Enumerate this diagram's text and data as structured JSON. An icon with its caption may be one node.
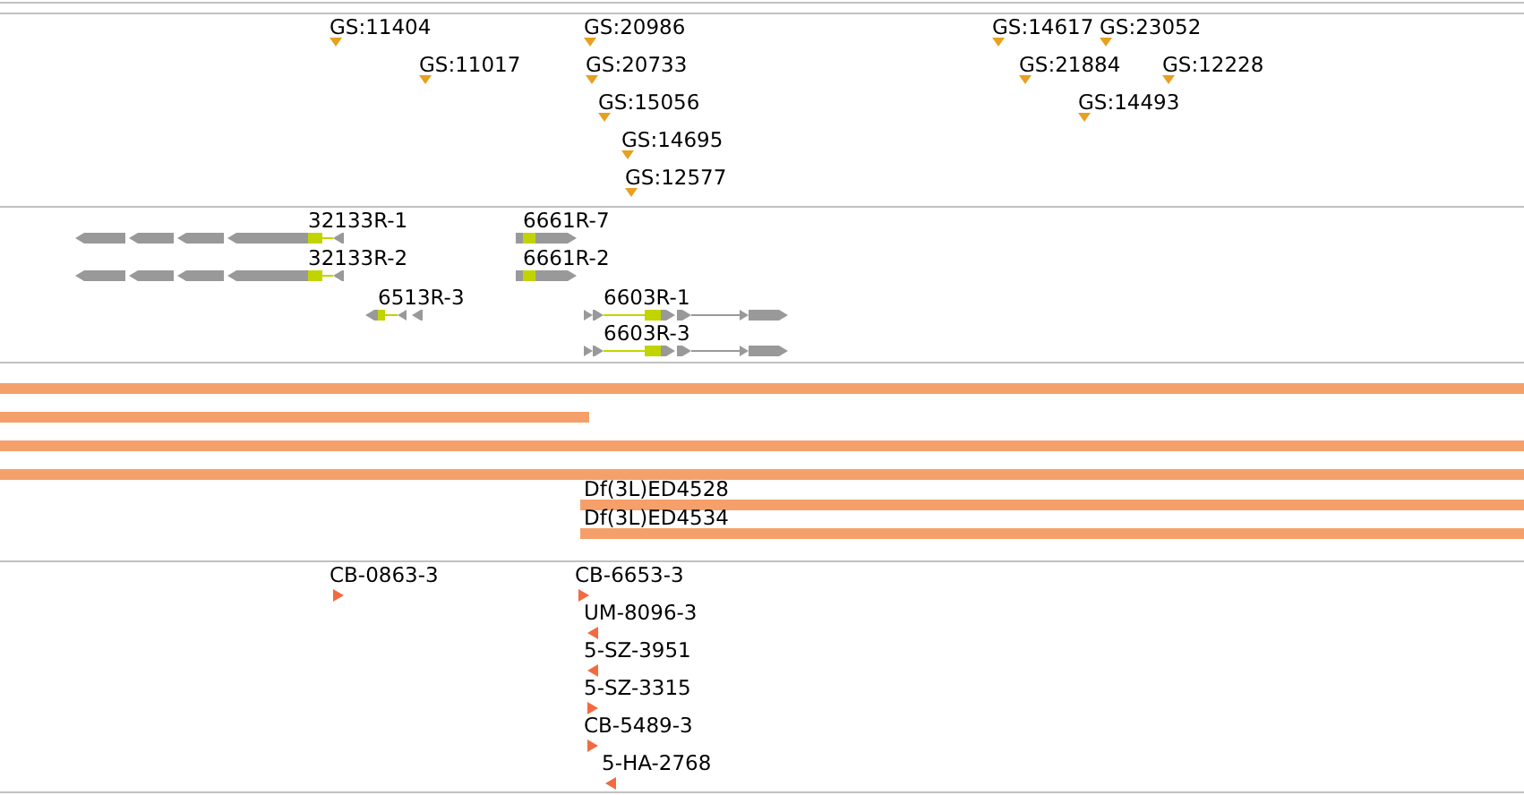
{
  "diagram": {
    "labels": [
      "GS:11404",
      "GS:20986",
      "GS:14617",
      "GS:23052",
      "GS:11017",
      "GS:20733",
      "GS:21884",
      "GS:12228",
      "GS:15056",
      "GS:14493",
      "GS:14695",
      "GS:12577",
      "32133R-1",
      "6661R-7",
      "32133R-2",
      "6661R-2",
      "6513R-3",
      "6603R-1",
      "6603R-3",
      "Df(3L)ED4528",
      "Df(3L)ED4534",
      "CB-0863-3",
      "CB-6653-3",
      "UM-8096-3",
      "5-SZ-3951",
      "5-SZ-3315",
      "CB-5489-3",
      "5-HA-2768"
    ]
  }
}
